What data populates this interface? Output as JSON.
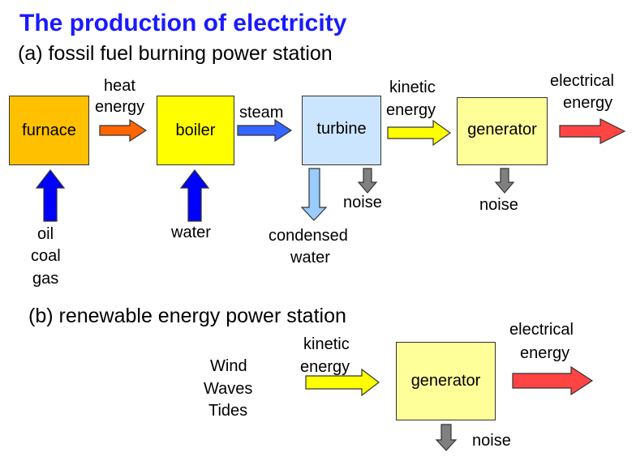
{
  "title": "The production of electricity",
  "section_a": {
    "heading": "(a) fossil fuel burning power station",
    "boxes": {
      "furnace": "furnace",
      "boiler": "boiler",
      "turbine": "turbine",
      "generator": "generator"
    },
    "labels": {
      "heat_1": "heat",
      "heat_2": "energy",
      "steam": "steam",
      "kinetic_1": "kinetic",
      "kinetic_2": "energy",
      "electrical_1": "electrical",
      "electrical_2": "energy",
      "fuel_1": "oil",
      "fuel_2": "coal",
      "fuel_3": "gas",
      "water": "water",
      "condensed_1": "condensed",
      "condensed_2": "water",
      "turbine_noise": "noise",
      "generator_noise": "noise"
    }
  },
  "section_b": {
    "heading": "(b) renewable energy power station",
    "boxes": {
      "generator": "generator"
    },
    "labels": {
      "source_1": "Wind",
      "source_2": "Waves",
      "source_3": "Tides",
      "kinetic_1": "kinetic",
      "kinetic_2": "energy",
      "electrical_1": "electrical",
      "electrical_2": "energy",
      "noise": "noise"
    }
  },
  "colors": {
    "title": "#1a1aff",
    "furnace": "#ffc000",
    "boiler": "#ffff00",
    "turbine": "#cce5ff",
    "generator": "#ffff99",
    "heat_arrow": "#ff6600",
    "steam_arrow": "#3366ff",
    "kinetic_arrow": "#ffff00",
    "electrical_arrow": "#ff4444",
    "input_arrow": "#0000ff",
    "condensed_arrow": "#99ccff",
    "noise_arrow": "#808080"
  }
}
